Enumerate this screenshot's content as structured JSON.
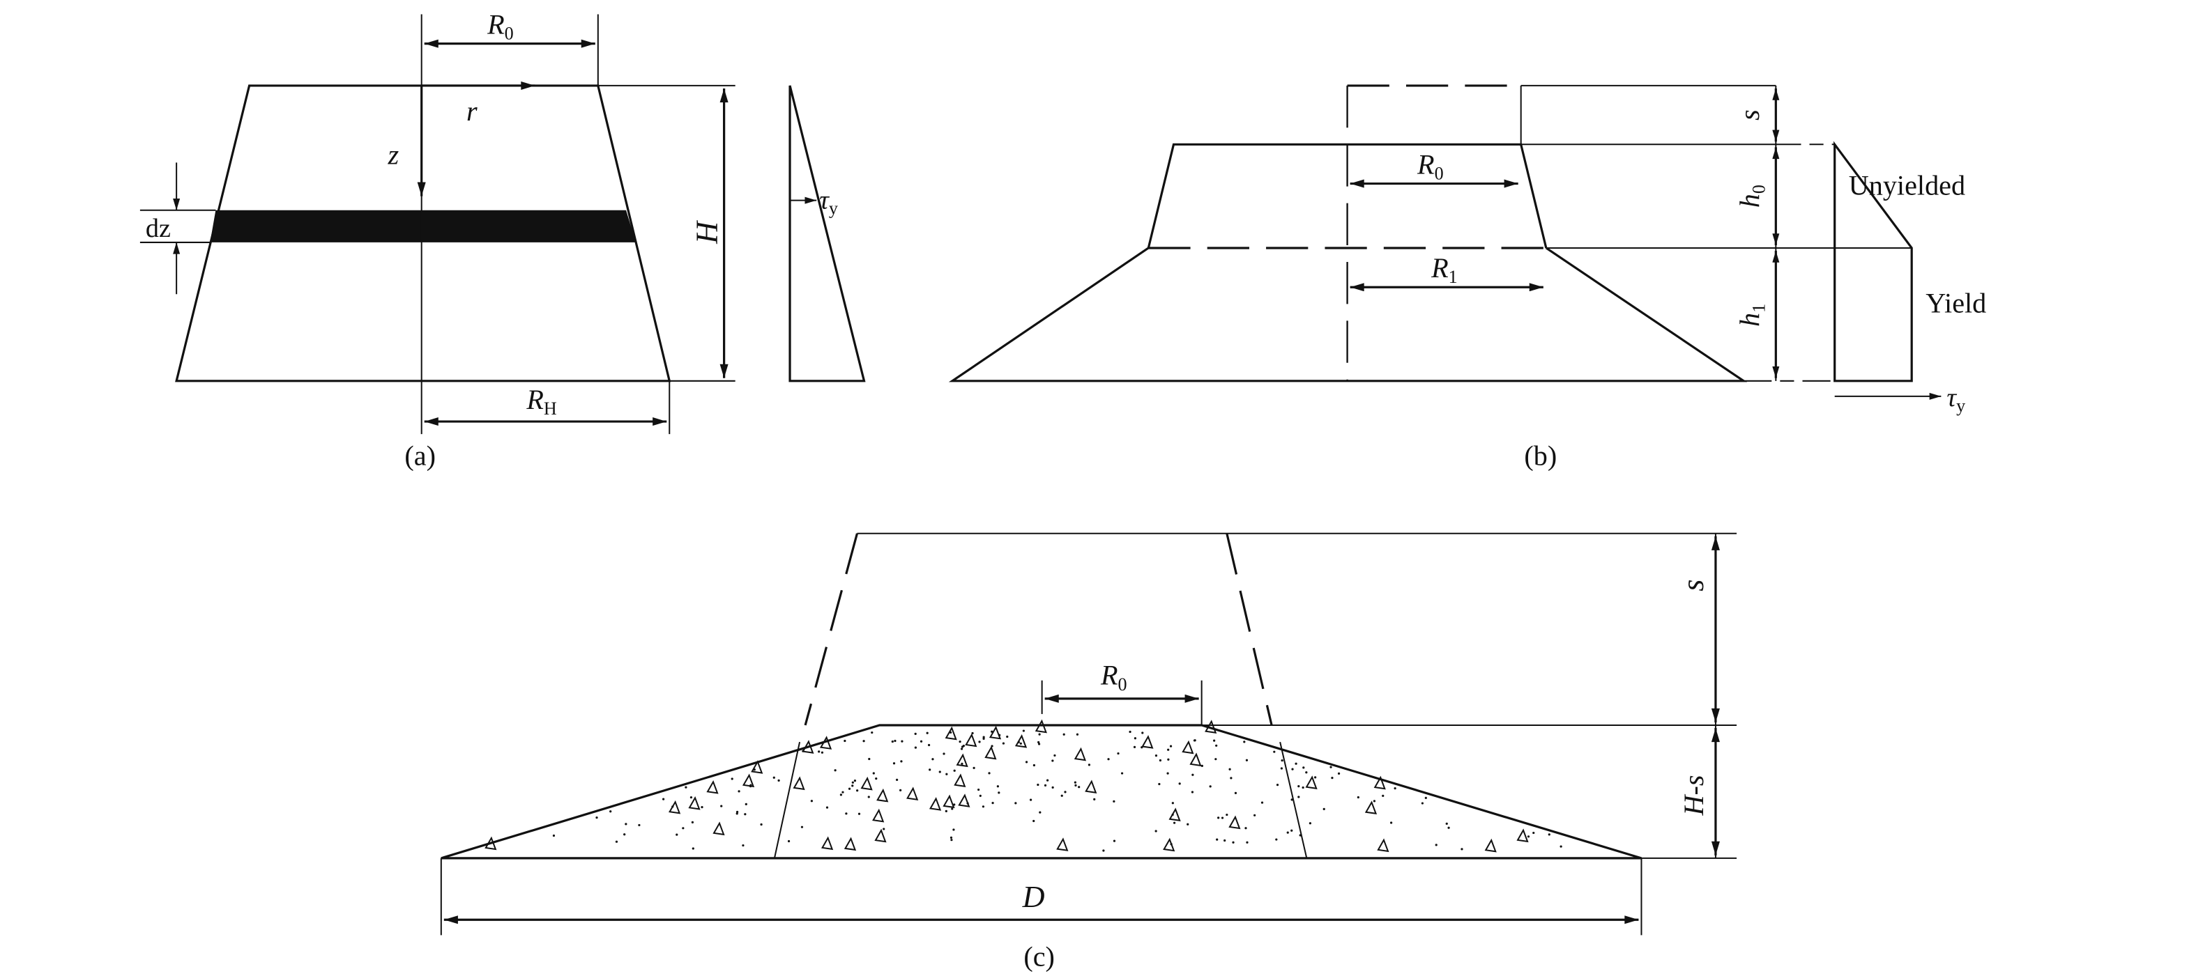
{
  "panel_a": {
    "caption": "(a)",
    "R0": "R",
    "R0_sub": "0",
    "r": "r",
    "z": "z",
    "dz": "dz",
    "H": "H",
    "RH": "R",
    "RH_sub": "H",
    "tau": "τ",
    "tau_sub": "y"
  },
  "panel_b": {
    "caption": "(b)",
    "R0": "R",
    "R0_sub": "0",
    "R1": "R",
    "R1_sub": "1",
    "s": "s",
    "h0": "h",
    "h0_sub": "0",
    "h1": "h",
    "h1_sub": "1",
    "unyielded": "Unyielded",
    "yield": "Yield",
    "tau": "τ",
    "tau_sub": "y"
  },
  "panel_c": {
    "caption": "(c)",
    "R0": "R",
    "R0_sub": "0",
    "s": "s",
    "Hs": "H-s",
    "D": "D"
  }
}
